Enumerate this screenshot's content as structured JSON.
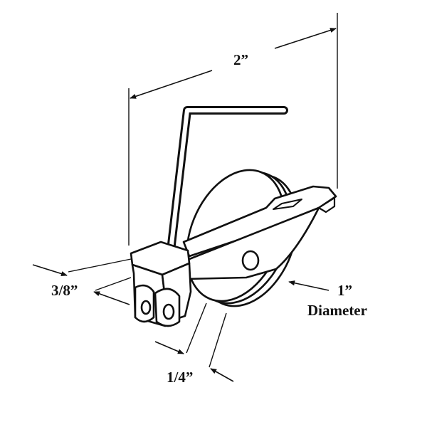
{
  "diagram": {
    "labels": {
      "overall_width": "2”",
      "bracket_thickness": "3/8”",
      "wheel_thickness": "1/4”",
      "wheel_diameter_value": "1”",
      "wheel_diameter_word": "Diameter"
    },
    "colors": {
      "line": "#111111",
      "background": "#ffffff",
      "wheel_shadow": "#8a8a8a"
    }
  }
}
